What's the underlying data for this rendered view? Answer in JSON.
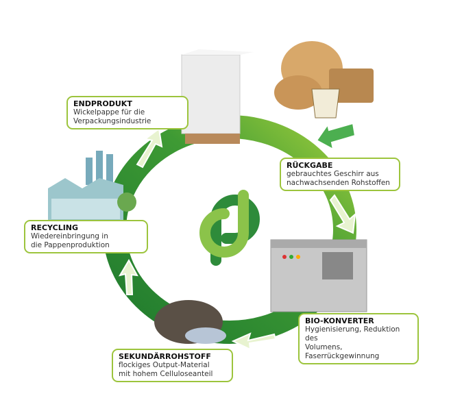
{
  "steps": [
    {
      "title": "ENDPRODUKT",
      "line1": "Wickelpappe für die",
      "line2": "Verpackungsindustrie"
    },
    {
      "title": "RÜCKGABE",
      "line1": "gebrauchtes Geschirr aus",
      "line2": "nachwachsenden Rohstoffen"
    },
    {
      "title": "BIO-KONVERTER",
      "line1": "Hygienisierung, Reduktion des",
      "line2": "Volumens, Faserrückgewinnung"
    },
    {
      "title": "SEKUNDÄRROHSTOFF",
      "line1": "flockiges Output-Material",
      "line2": "mit hohem Celluloseanteil"
    },
    {
      "title": "RECYCLING",
      "line1": "Wiedereinbringung in",
      "line2": "die Pappenproduktion"
    }
  ],
  "colors": {
    "dark_green": "#2e7d32",
    "light_green": "#8bc34a",
    "border": "#9cc43c"
  }
}
